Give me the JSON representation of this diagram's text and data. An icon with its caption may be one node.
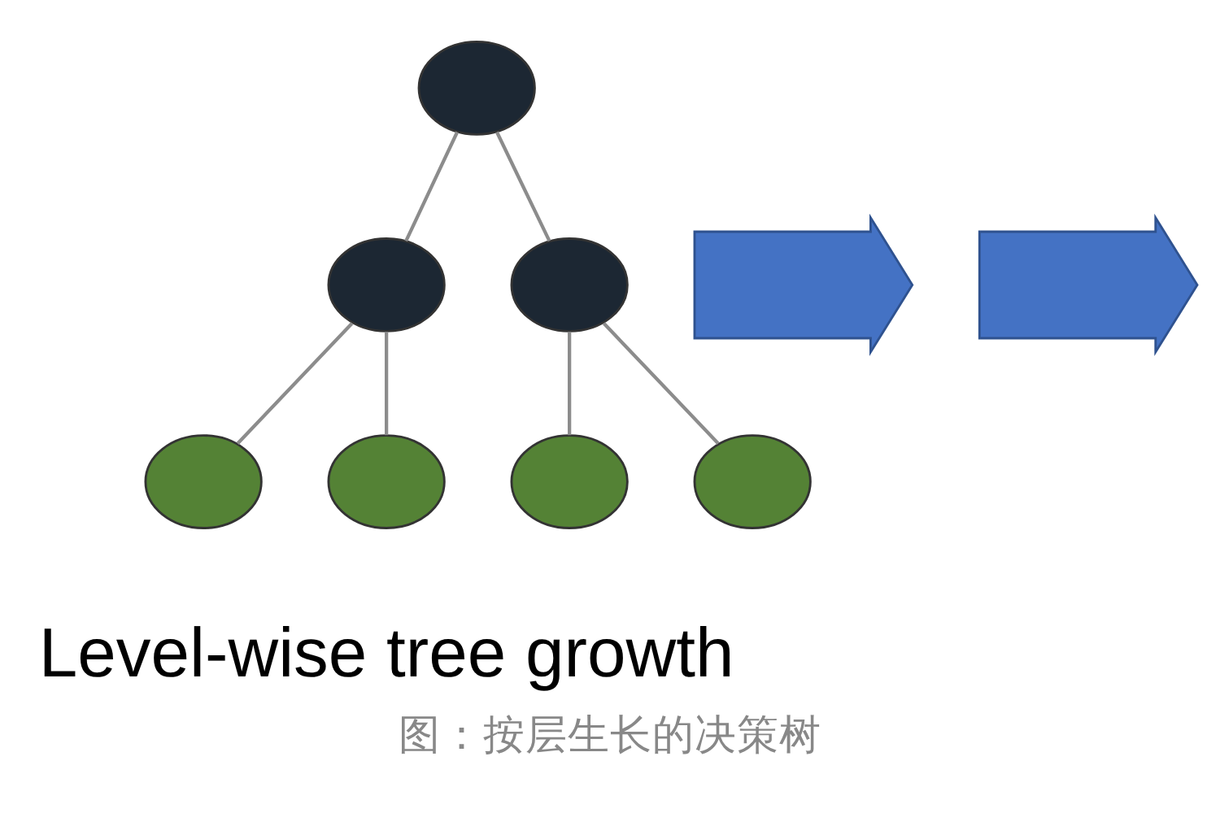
{
  "diagram": {
    "caption": "图：按层生长的决策树",
    "nodes": [
      {
        "text": [],
        "shape": "circle"
      },
      {
        "text": [],
        "shape": "circle"
      },
      {
        "text": [],
        "shape": "circle"
      },
      {
        "text": [],
        "shape": "circle"
      },
      {
        "text": [],
        "shape": "circle"
      },
      {
        "text": [],
        "shape": "circle"
      },
      {
        "text": [],
        "shape": "circle"
      },
      {
        "text": [],
        "shape": "arrow"
      },
      {
        "text": [],
        "shape": "arrow"
      }
    ],
    "edges": [
      {
        "from": 0,
        "to": 1,
        "arrow": "none"
      },
      {
        "from": 0,
        "to": 2,
        "arrow": "none"
      },
      {
        "from": 1,
        "to": 3,
        "arrow": "none"
      },
      {
        "from": 1,
        "to": 4,
        "arrow": "none"
      },
      {
        "from": 2,
        "to": 5,
        "arrow": "none"
      },
      {
        "from": 2,
        "to": 6,
        "arrow": "none"
      }
    ],
    "labels": [
      "Level-wise tree growth"
    ]
  }
}
